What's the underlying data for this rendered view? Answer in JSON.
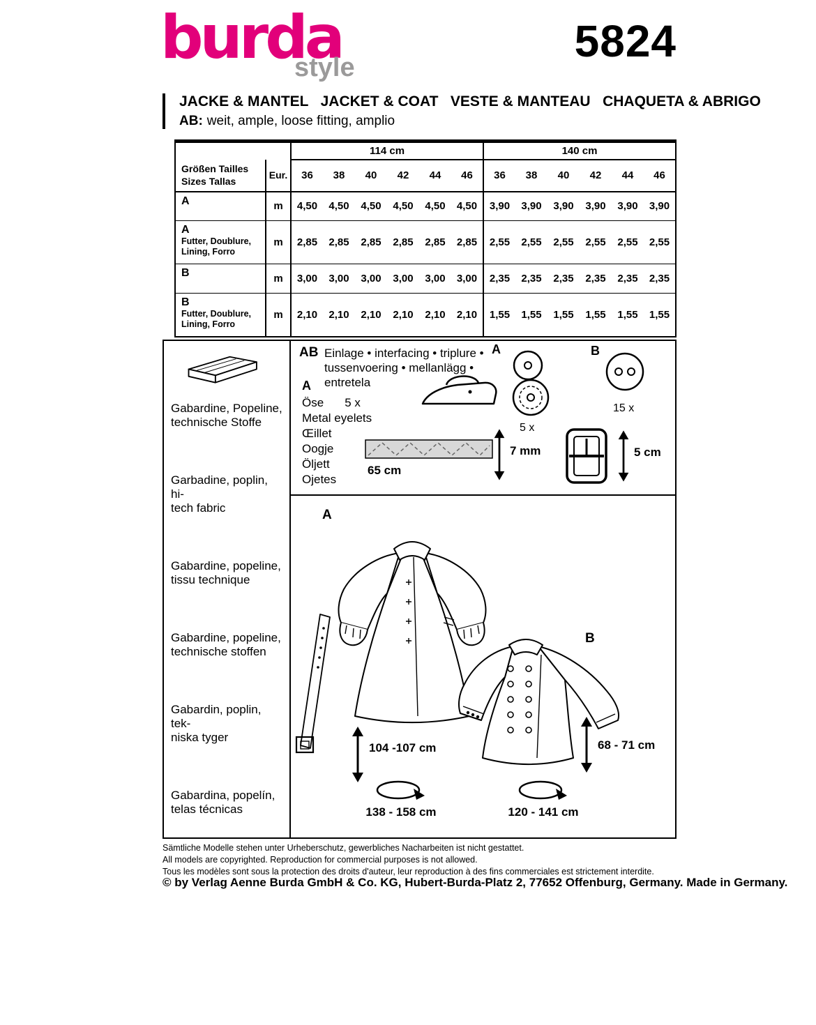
{
  "brand": {
    "name": "burda",
    "sub": "style",
    "pattern_number": "5824",
    "magenta": "#e2007a",
    "gray": "#9b9a9a"
  },
  "header": {
    "title": "JACKE & MANTEL   JACKET & COAT   VESTE & MANTEAU   CHAQUETA & ABRIGO",
    "subtitle_label": "AB:",
    "subtitle_text": "weit, ample, loose fitting, amplio"
  },
  "table": {
    "width_headers": [
      "114 cm",
      "140 cm"
    ],
    "sizes_label": "Größen   Tailles\nSizes   Tallas",
    "eur_label": "Eur.",
    "sizes": [
      "36",
      "38",
      "40",
      "42",
      "44",
      "46",
      "36",
      "38",
      "40",
      "42",
      "44",
      "46"
    ],
    "rows": [
      {
        "label": "A",
        "sublabel": "",
        "unit": "m",
        "values": [
          "4,50",
          "4,50",
          "4,50",
          "4,50",
          "4,50",
          "4,50",
          "3,90",
          "3,90",
          "3,90",
          "3,90",
          "3,90",
          "3,90"
        ]
      },
      {
        "label": "A",
        "sublabel": "Futter, Doublure,\nLining, Forro",
        "unit": "m",
        "values": [
          "2,85",
          "2,85",
          "2,85",
          "2,85",
          "2,85",
          "2,85",
          "2,55",
          "2,55",
          "2,55",
          "2,55",
          "2,55",
          "2,55"
        ]
      },
      {
        "label": "B",
        "sublabel": "",
        "unit": "m",
        "values": [
          "3,00",
          "3,00",
          "3,00",
          "3,00",
          "3,00",
          "3,00",
          "2,35",
          "2,35",
          "2,35",
          "2,35",
          "2,35",
          "2,35"
        ]
      },
      {
        "label": "B",
        "sublabel": "Futter, Doublure,\nLining, Forro",
        "unit": "m",
        "values": [
          "2,10",
          "2,10",
          "2,10",
          "2,10",
          "2,10",
          "2,10",
          "1,55",
          "1,55",
          "1,55",
          "1,55",
          "1,55",
          "1,55"
        ]
      }
    ]
  },
  "fabrics": [
    "Gabardine, Popeline,\ntechnische Stoffe",
    "Garbadine, poplin, hi-\ntech fabric",
    "Gabardine, popeline,\ntissu technique",
    "Gabardine, popeline,\ntechnische stoffen",
    "Gabardin, poplin, tek-\nniska tyger",
    "Gabardina, popelín,\ntelas técnicas"
  ],
  "notions": {
    "ab_label": "AB",
    "interfacing_text": "Einlage • interfacing • triplure • tussenvoering • mellanlägg • entretela",
    "a_label": "A",
    "eyelet_name_de": "Öse",
    "eyelet_count": "5 x",
    "eyelet_names": [
      "Metal eyelets",
      "Œillet",
      "Oogje",
      "Öljett",
      "Ojetes"
    ],
    "strip_length": "65 cm",
    "strip_width": "7 mm",
    "snaps_label": "A",
    "snaps_count": "5 x",
    "buttons_label": "B",
    "buttons_count": "15 x",
    "buckle_width": "5 cm"
  },
  "drawings": {
    "view_a_label": "A",
    "view_b_label": "B",
    "a_length": "104 -107 cm",
    "a_width": "138 - 158 cm",
    "b_length": "68 - 71 cm",
    "b_width": "120 - 141 cm"
  },
  "illustrations": {
    "fabric_bolt": "fabric-bolt-icon",
    "iron": "iron-icon",
    "snaps": "snap-fasteners-icon",
    "button": "two-hole-button-icon",
    "strip": "interfacing-strip-icon",
    "buckle": "belt-buckle-icon",
    "coat": "coat-front-view-a",
    "belt": "belt-drawing",
    "jacket": "jacket-front-view-b"
  },
  "footer": {
    "line_de": "Sämtliche Modelle stehen unter Urheberschutz, gewerbliches Nacharbeiten ist nicht gestattet.",
    "line_en": "All models are copyrighted. Reproduction for commercial purposes is not allowed.",
    "line_fr": "Tous les modèles sont sous la protection des droits d'auteur, leur reproduction à des fins commerciales est strictement interdite.",
    "copyright": "© by Verlag Aenne Burda GmbH & Co. KG, Hubert-Burda-Platz 2, 77652 Offenburg, Germany. Made in Germany."
  }
}
